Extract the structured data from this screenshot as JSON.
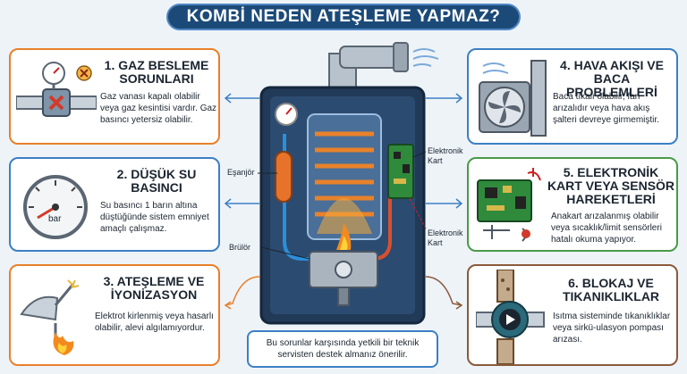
{
  "title": "KOMBİ NEDEN ATEŞLEME YAPMAZ?",
  "cards": [
    {
      "title": "1. GAZ BESLEME SORUNLARI",
      "body": "Gaz vanası kapalı olabilir veya gaz kesintisi vardır. Gaz basıncı yetersiz olabilir."
    },
    {
      "title": "2. DÜŞÜK SU BASINCI",
      "body": "Su basıncı 1 barın altına düştüğünde sistem emniyet amaçlı çalışmaz."
    },
    {
      "title": "3. ATEŞLEME VE İYONİZASYON",
      "body": "Elektrot kirlenmiş veya hasarlı olabilir, alevi algılamıyordur."
    },
    {
      "title": "4. HAVA AKIŞI VE BACA PROBLEMLERİ",
      "body": "Baca tıkalı olabilir, fan arızalıdır veya hava akış şalteri devreye girmemiştir."
    },
    {
      "title": "5. ELEKTRONİK KART VEYA SENSÖR HAREKETLERİ",
      "body": "Anakart arızalanmış olabilir veya sıcaklık/limit sensörleri hatalı okuma yapıyor."
    },
    {
      "title": "6. BLOKAJ VE TIKANIKLIKLAR",
      "body": "Isıtma sisteminde tıkanıklıklar veya sirkü-ulasyon pompası arızası."
    }
  ],
  "gauge_label": "bar",
  "labels": {
    "esanjor": "Eşanjör",
    "brulor": "Brülör",
    "kart_top": "Elektronik Kart",
    "kart_bottom": "Elektronik Kart"
  },
  "footer": "Bu sorunlar karşısında yetkili bir teknik servisten destek almanız önerilir."
}
